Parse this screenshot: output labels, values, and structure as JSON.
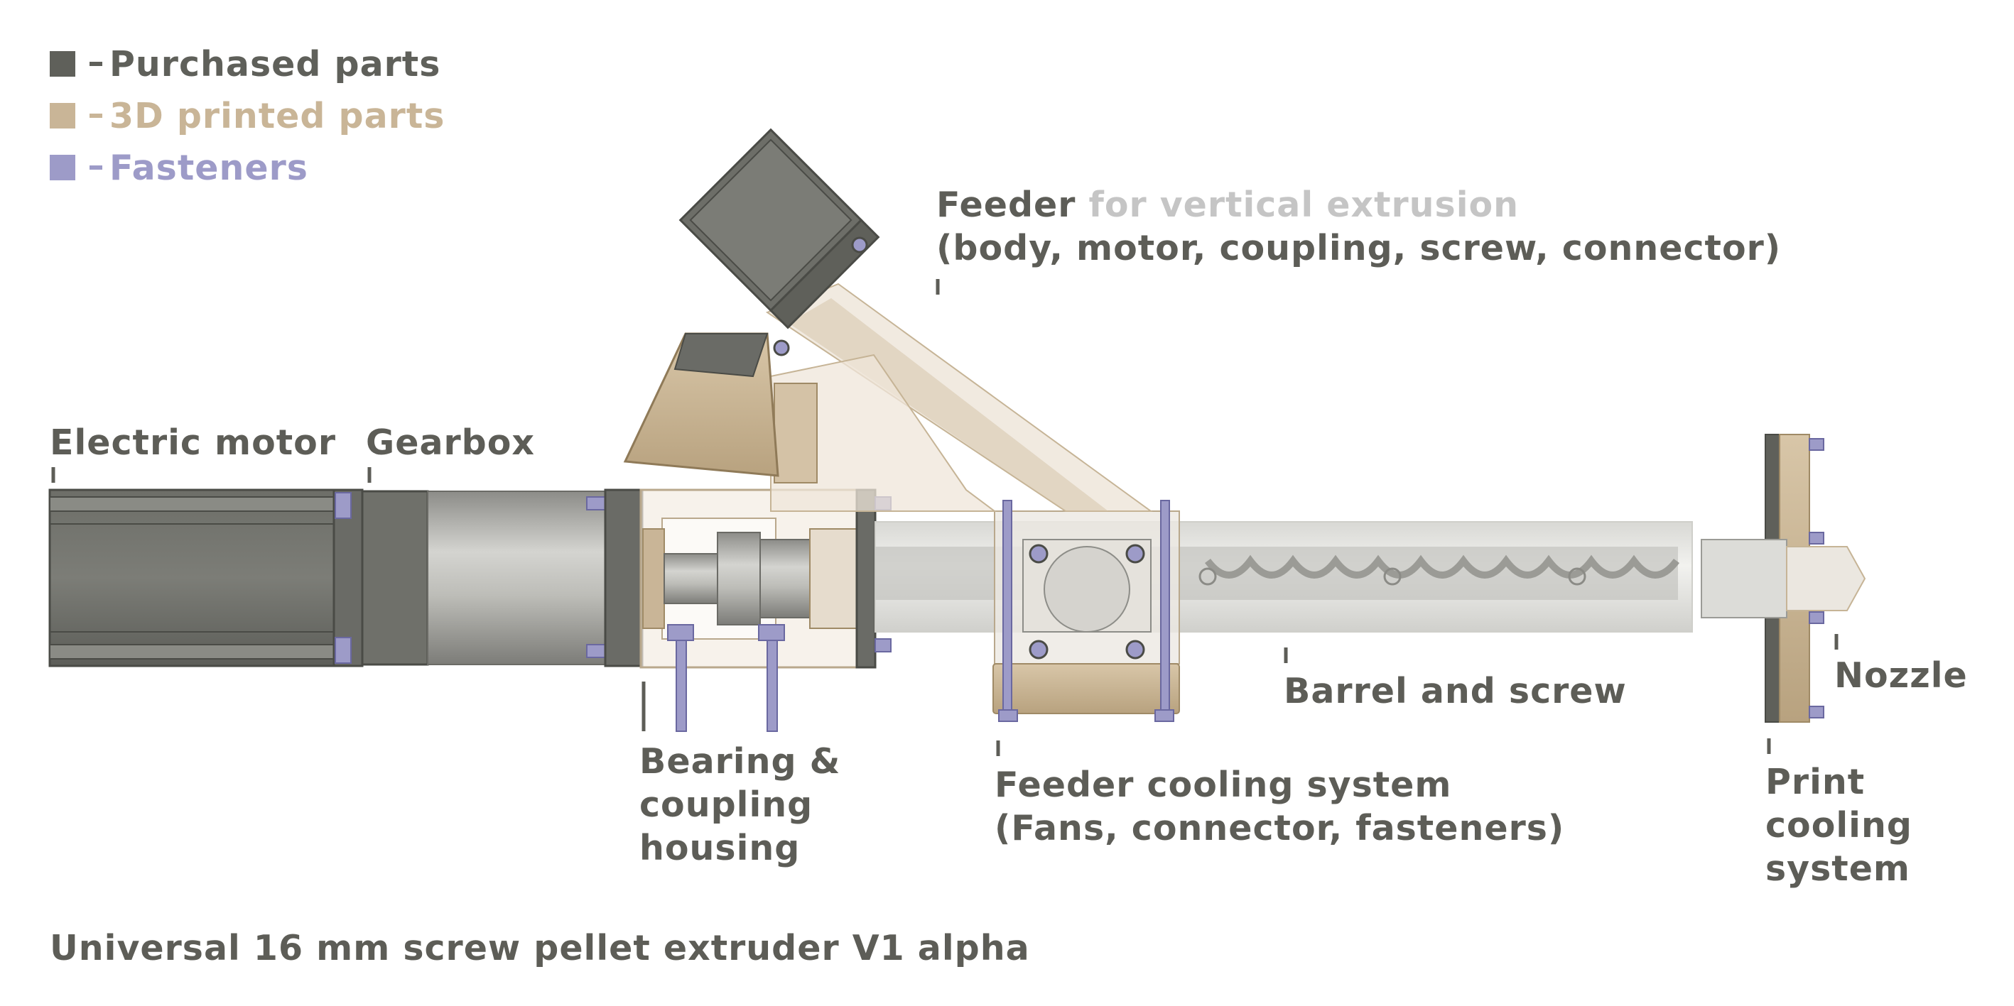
{
  "colors": {
    "purchased": "#5f605a",
    "printed": "#c9b597",
    "fasteners": "#9d9bc8",
    "label": "#5d5d57",
    "muted": "#c5c5c5"
  },
  "legend": [
    {
      "label": "Purchased parts",
      "swatch": "#5f605a"
    },
    {
      "label": "3D printed parts",
      "swatch": "#c9b597"
    },
    {
      "label": "Fasteners",
      "swatch": "#9d9bc8"
    }
  ],
  "labels": {
    "feeder_bold": "Feeder",
    "feeder_muted": "for vertical extrusion",
    "feeder_sub": "(body, motor, coupling, screw, connector)",
    "electric_motor": "Electric motor",
    "gearbox": "Gearbox",
    "bearing": [
      "Bearing &",
      "coupling",
      "housing"
    ],
    "feeder_cooling": "Feeder cooling system",
    "feeder_cooling_sub": "(Fans, connector, fasteners)",
    "barrel": "Barrel and screw",
    "nozzle": "Nozzle",
    "print_cooling": [
      "Print",
      "cooling",
      "system"
    ]
  },
  "caption": "Universal 16 mm screw pellet extruder V1 alpha"
}
